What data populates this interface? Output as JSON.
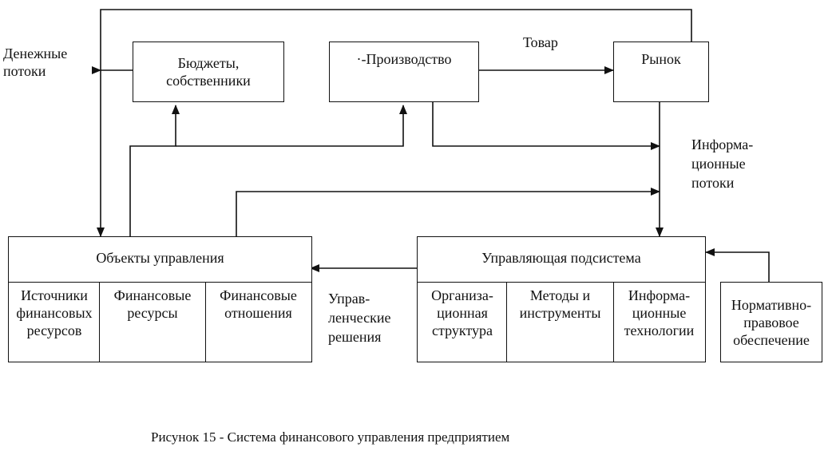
{
  "nodes": {
    "budgets": "Бюджеты,\nсобственники",
    "production": "·-Производство",
    "market": "Рынок",
    "objects": "Объекты управления",
    "subsystem": "Управляющая подсистема",
    "normative": "Нормативно-\nправовое\nобеспечение"
  },
  "objects_cells": [
    "Источники\nфинансовых\nресурсов",
    "Финансовые\nресурсы",
    "Финансовые\nотношения"
  ],
  "subsystem_cells": [
    "Организа-\nционная\nструктура",
    "Методы и\nинструменты",
    "Информа-\nционные\nтехнологии"
  ],
  "labels": {
    "money_flows": "Денежные\nпотоки",
    "goods": "Товар",
    "info_flows": "Информа-\nционные\nпотоки",
    "decisions": "Управ-\nленческие\nрешения"
  },
  "caption": "Рисунок 15 - Система финансового управления предприятием"
}
